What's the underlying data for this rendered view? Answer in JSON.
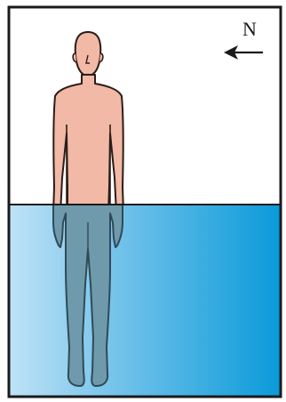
{
  "compass": {
    "direction_label": "N",
    "arrow_direction": "left",
    "arrow_icon": "arrow-left-icon"
  },
  "scene": {
    "subject": "standing-person",
    "medium": "water",
    "colors": {
      "frame": "#1a1a1a",
      "background": "#ffffff",
      "skin": "#f1b9a6",
      "outline": "#3a2a24",
      "water_light": "#bfe3f6",
      "water_dark": "#0a9ad9",
      "submerged_body": "#6f9aac"
    }
  }
}
